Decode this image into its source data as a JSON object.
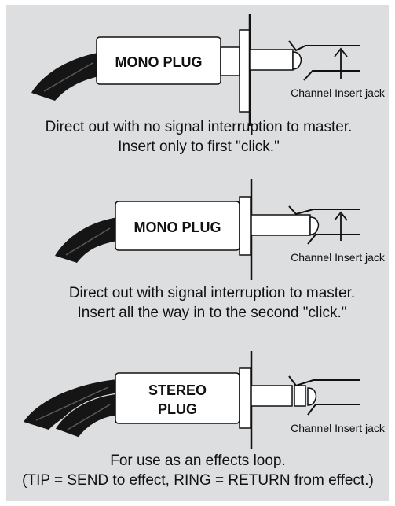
{
  "colors": {
    "panel": "#dcdee0",
    "cable": "#151515",
    "plug_body": "#ffffff",
    "outline": "#111111"
  },
  "panels": [
    {
      "plug_label_lines": [
        "MONO PLUG"
      ],
      "jack_label": "Channel Insert jack",
      "caption_lines": [
        "Direct out with no signal interruption to master.",
        "Insert only to first \"click.\""
      ]
    },
    {
      "plug_label_lines": [
        "MONO PLUG"
      ],
      "jack_label": "Channel Insert jack",
      "caption_lines": [
        "Direct out with signal interruption to master.",
        "Insert all the way in to the second \"click.\""
      ]
    },
    {
      "plug_label_lines": [
        "STEREO",
        "PLUG"
      ],
      "jack_label": "Channel Insert jack",
      "caption_lines": [
        "For use as an effects loop.",
        "(TIP = SEND to effect, RING = RETURN from effect.)"
      ]
    }
  ]
}
